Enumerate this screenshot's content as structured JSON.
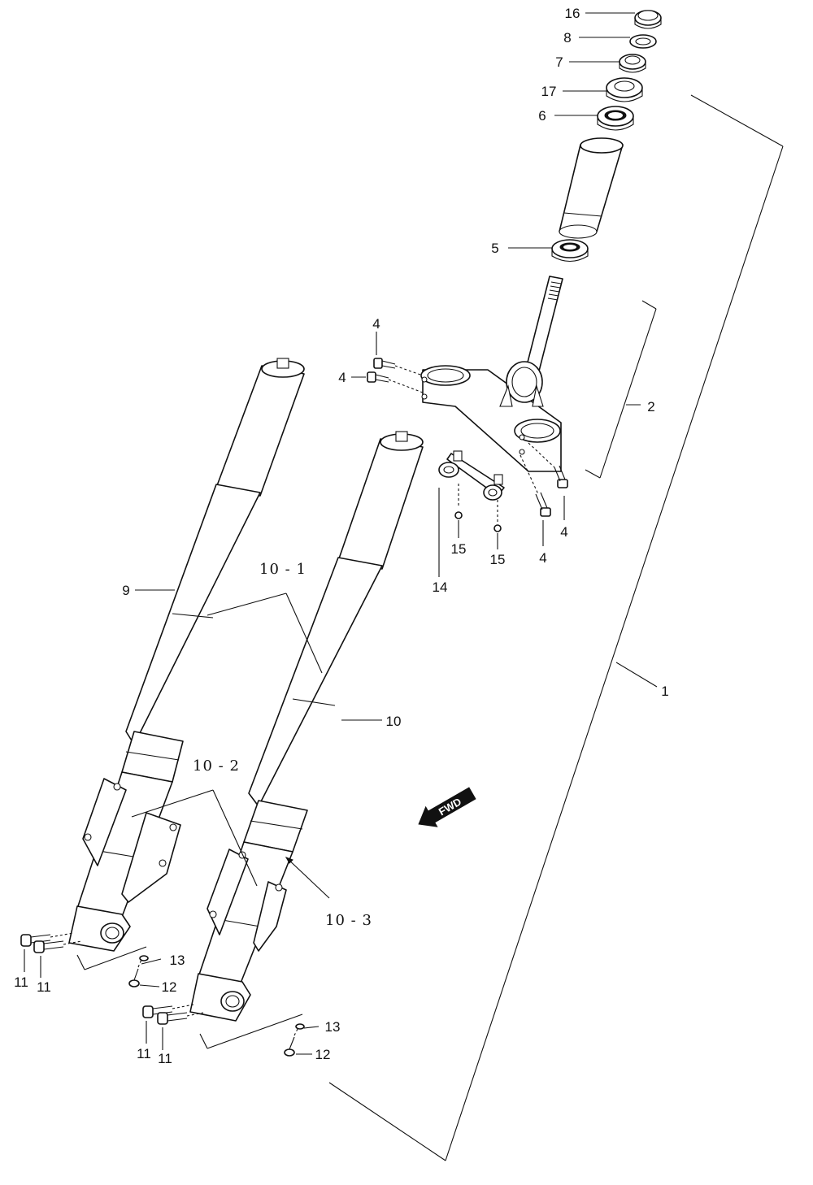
{
  "diagram": {
    "part_labels": {
      "p16": "16",
      "p8": "8",
      "p7": "7",
      "p17": "17",
      "p6": "6",
      "p5": "5",
      "p4a": "4",
      "p4b": "4",
      "p4c": "4",
      "p4d": "4",
      "p2": "2",
      "p1": "1",
      "p9": "9",
      "p10": "10",
      "p10_1": "10 - 1",
      "p10_2": "10 - 2",
      "p10_3": "10 - 3",
      "p14": "14",
      "p15a": "15",
      "p15b": "15",
      "p11a": "11",
      "p11b": "11",
      "p11c": "11",
      "p11d": "11",
      "p12a": "12",
      "p12b": "12",
      "p13a": "13",
      "p13b": "13"
    },
    "fwd_arrow_text": "FWD"
  }
}
